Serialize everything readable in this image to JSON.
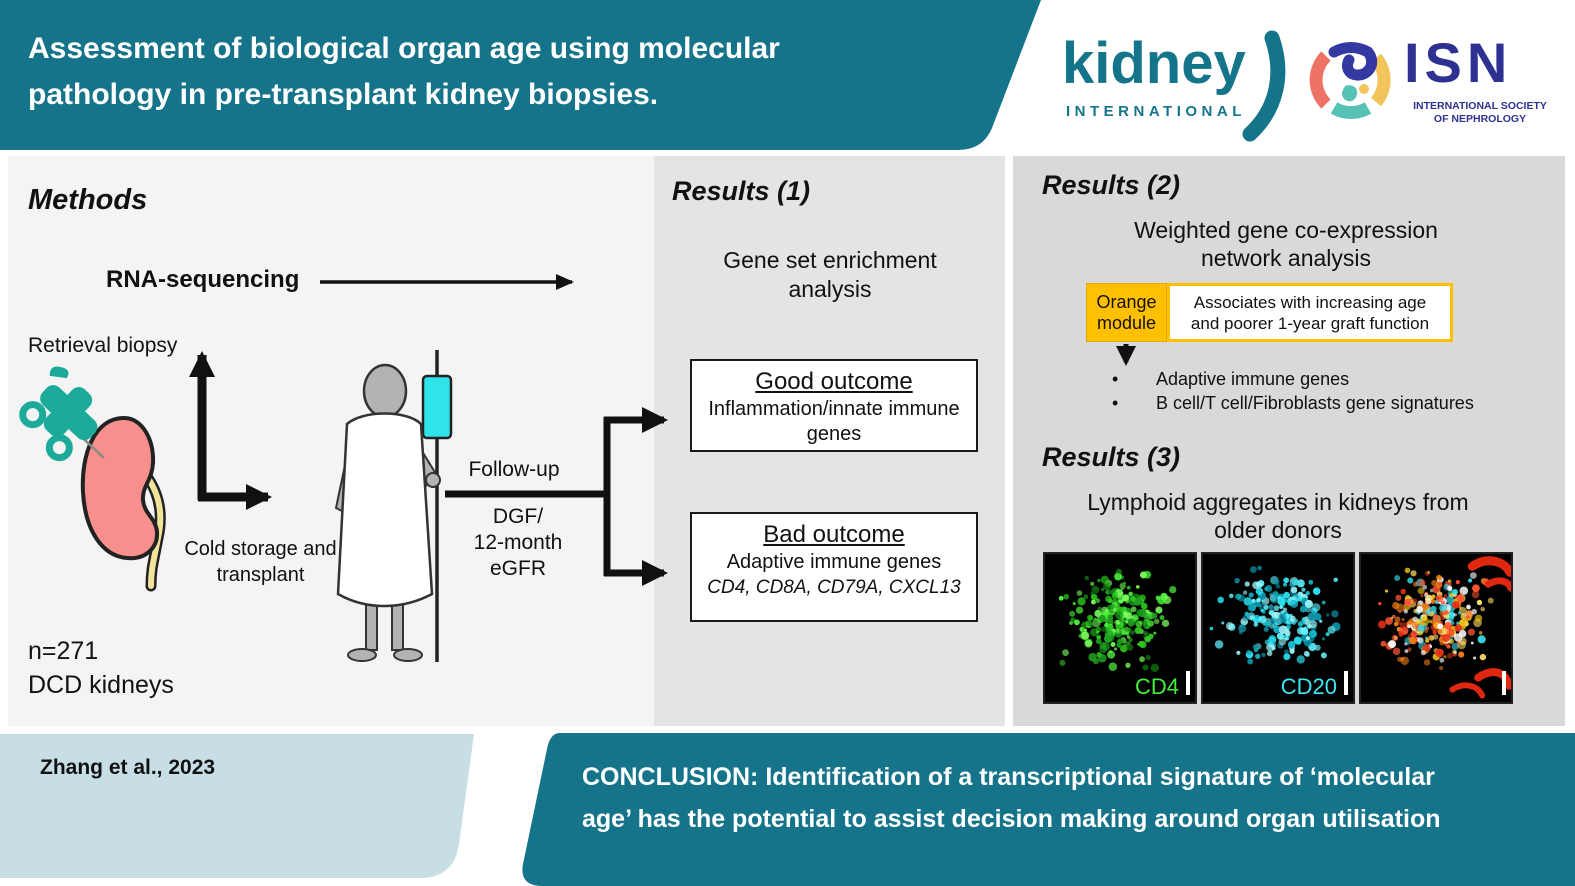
{
  "banner": {
    "title": [
      "Assessment of biological organ age using molecular",
      "pathology in pre-transplant kidney biopsies."
    ]
  },
  "logos": {
    "journal": {
      "wordmark": "kidney",
      "subtitle": "INTERNATIONAL"
    },
    "isn": {
      "acronym": "ISN",
      "subtitle": [
        "INTERNATIONAL SOCIETY",
        "OF NEPHROLOGY"
      ]
    }
  },
  "methods": {
    "heading": "Methods",
    "rna_seq": "RNA-sequencing",
    "retrieval_biopsy": "Retrieval biopsy",
    "cold_storage": "Cold storage and transplant",
    "follow_up": "Follow-up",
    "outcome_measures": "DGF/\n12-month\neGFR",
    "sample": "n=271\nDCD kidneys"
  },
  "results1": {
    "heading": "Results (1)",
    "subtitle": "Gene set enrichment analysis",
    "good_box": {
      "title": "Good outcome",
      "body": "Inflammation/innate immune genes"
    },
    "bad_box": {
      "title": "Bad outcome",
      "body": "Adaptive immune genes",
      "genes": "CD4, CD8A, CD79A, CXCL13"
    }
  },
  "results2": {
    "heading": "Results (2)",
    "subtitle": "Weighted gene co-expression network analysis",
    "module_label": "Orange module",
    "module_description": "Associates with increasing age and poorer 1-year graft function",
    "bullets": [
      "Adaptive immune genes",
      "B cell/T cell/Fibroblasts gene signatures"
    ]
  },
  "results3": {
    "heading": "Results (3)",
    "subtitle": "Lymphoid aggregates in kidneys from older donors",
    "micrographs": [
      {
        "label": "CD4",
        "label_color": "#44ef3c"
      },
      {
        "label": "CD20",
        "label_color": "#3ce6f2"
      },
      {
        "label": "",
        "label_color": "#ffffff"
      }
    ]
  },
  "footer": {
    "citation": "Zhang et al., 2023",
    "conclusion": [
      "CONCLUSION:  Identification of a transcriptional signature of ‘molecular",
      "age’ has the potential to assist decision making around organ utilisation"
    ]
  },
  "colors": {
    "teal_banner": "#15748a",
    "light_blue_panel": "#c7dfe4",
    "orange_module": "#ffc000",
    "kidney_pink": "#f7908c",
    "ureter_yellow": "#f2e39b",
    "biopsy_teal": "#1cab9b",
    "iv_bag_cyan": "#2fe3e8",
    "cd4_green": "#44ef3c",
    "cd20_cyan": "#3ce6f2",
    "isn_blue": "#2e3192",
    "journal_teal": "#147489"
  }
}
